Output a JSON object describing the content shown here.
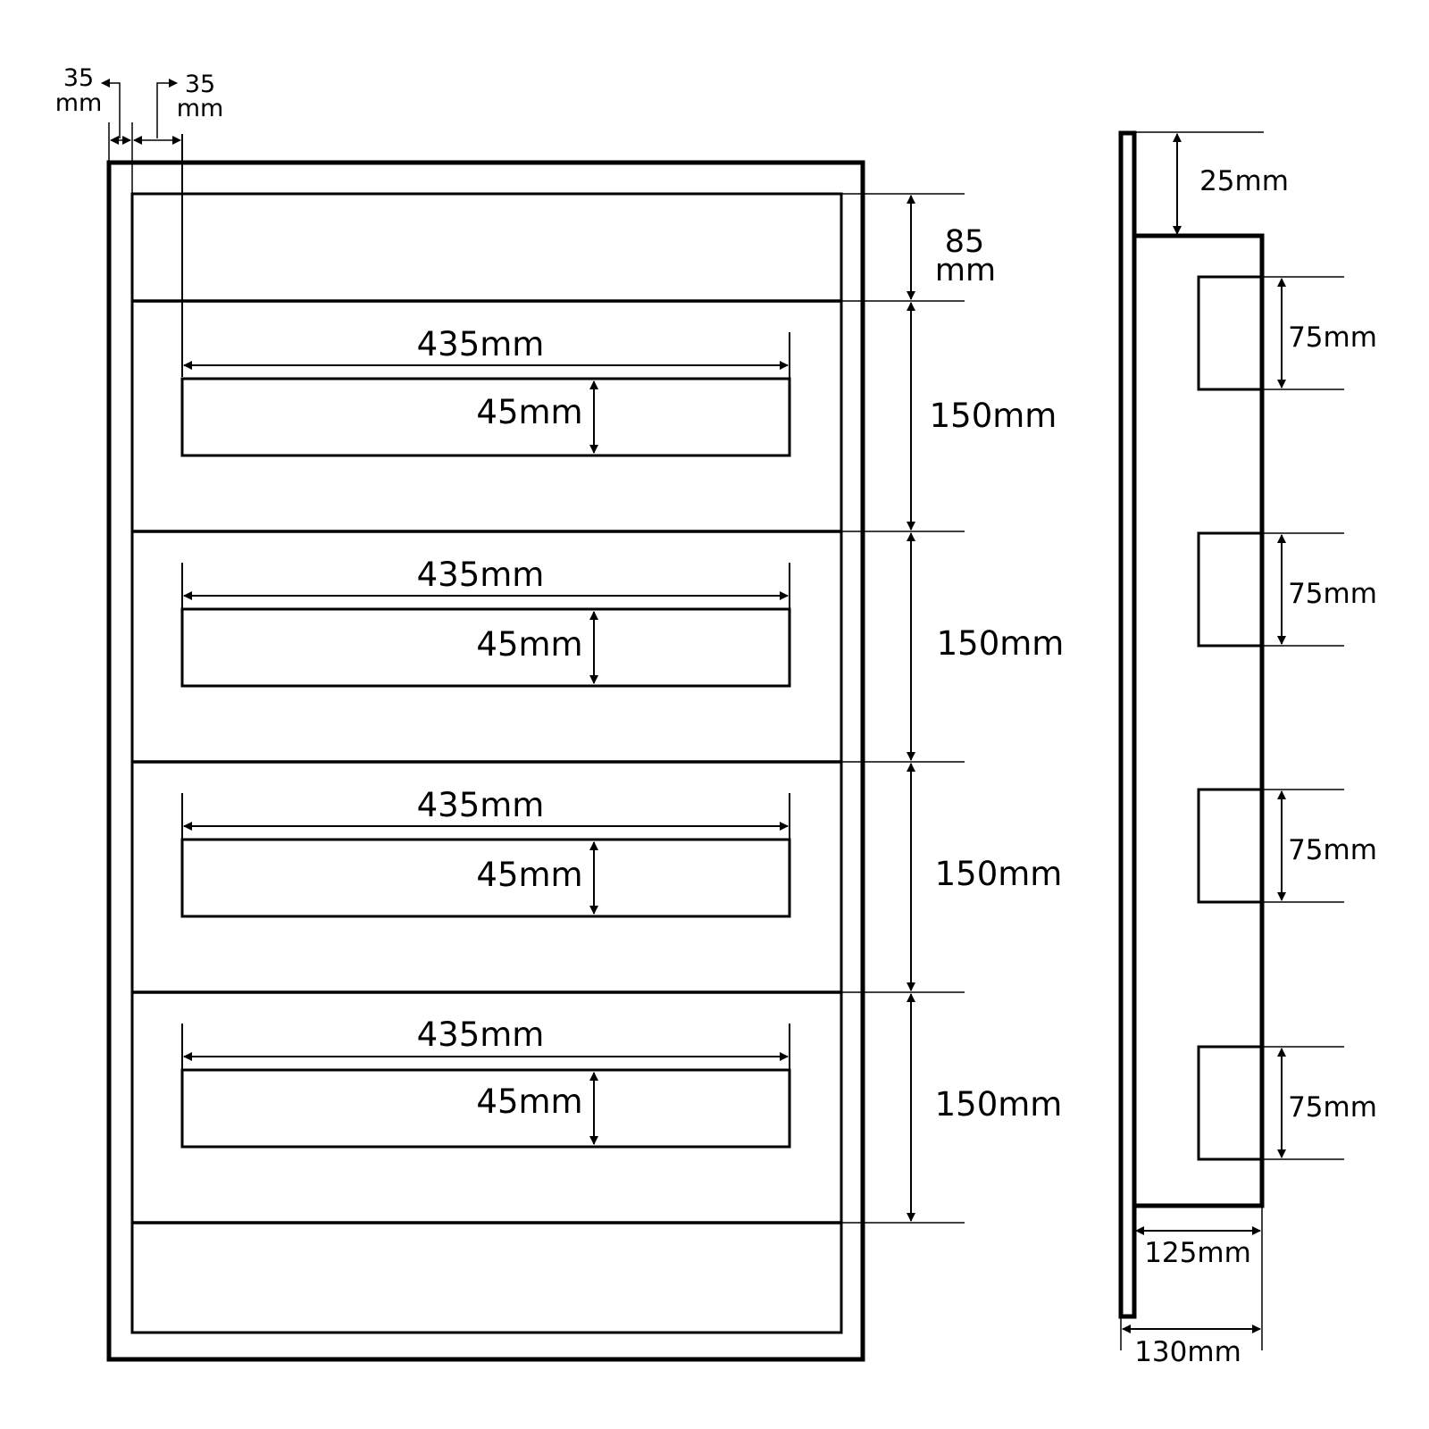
{
  "front_view": {
    "margin_left_outer": {
      "value": "35",
      "unit": "mm"
    },
    "margin_left_inner": {
      "value": "35",
      "unit": "mm"
    },
    "top_band_height": {
      "value": "85",
      "unit": "mm"
    },
    "shelves": [
      {
        "width": "435mm",
        "depth": "45mm",
        "spacing": "150mm"
      },
      {
        "width": "435mm",
        "depth": "45mm",
        "spacing": "150mm"
      },
      {
        "width": "435mm",
        "depth": "45mm",
        "spacing": "150mm"
      },
      {
        "width": "435mm",
        "depth": "45mm",
        "spacing": "150mm"
      }
    ]
  },
  "side_view": {
    "top_offset": "25mm",
    "brackets": [
      "75mm",
      "75mm",
      "75mm",
      "75mm"
    ],
    "inner_depth": "125mm",
    "total_depth": "130mm"
  }
}
